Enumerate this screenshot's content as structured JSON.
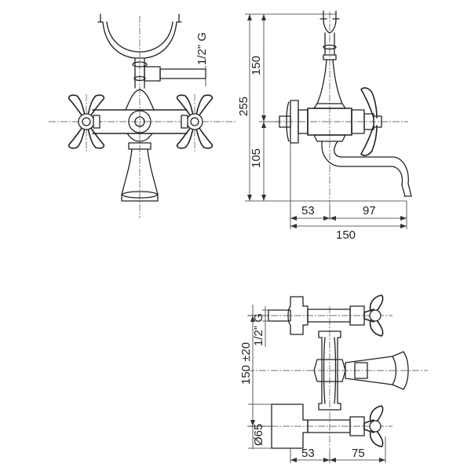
{
  "front_view": {
    "thread_label": "1/2\" G"
  },
  "side_view": {
    "height_upper": "150",
    "height_total": "255",
    "height_lower": "105",
    "depth_rear": "53",
    "depth_front": "97",
    "depth_total": "150"
  },
  "top_view": {
    "thread_label": "1/2\" G",
    "centers": "150 ±20",
    "diameter": "Ø65",
    "depth_rear": "53",
    "depth_front": "75"
  }
}
